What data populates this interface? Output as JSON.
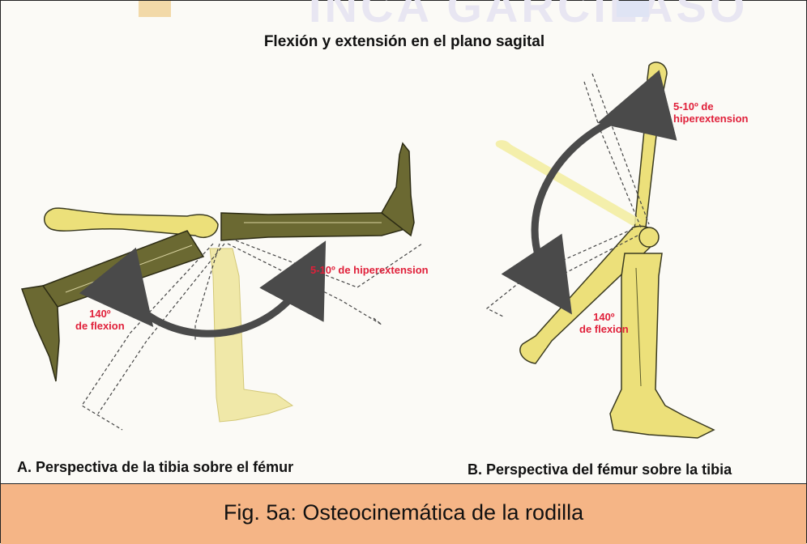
{
  "watermark": "INCA GARCILASO",
  "title": "Flexión y extensión en el plano sagital",
  "left": {
    "hyperextension_label": "5-10º de hiperextension",
    "flexion_label_line1": "140º",
    "flexion_label_line2": "de flexion",
    "caption": "A. Perspectiva de la tibia sobre el fémur"
  },
  "right": {
    "hyperextension_line1": "5-10º de",
    "hyperextension_line2": "hiperextension",
    "flexion_label_line1": "140º",
    "flexion_label_line2": "de flexion",
    "caption": "B. Perspectiva del fémur sobre la tibia"
  },
  "figure_caption": "Fig. 5a: Osteocinemática de la rodilla",
  "colors": {
    "bone_fill": "#ece07a",
    "bone_dark": "#5b5a2a",
    "arrow": "#4a4a4a",
    "label_red": "#e0203a",
    "footer_bg": "#f5b586"
  }
}
